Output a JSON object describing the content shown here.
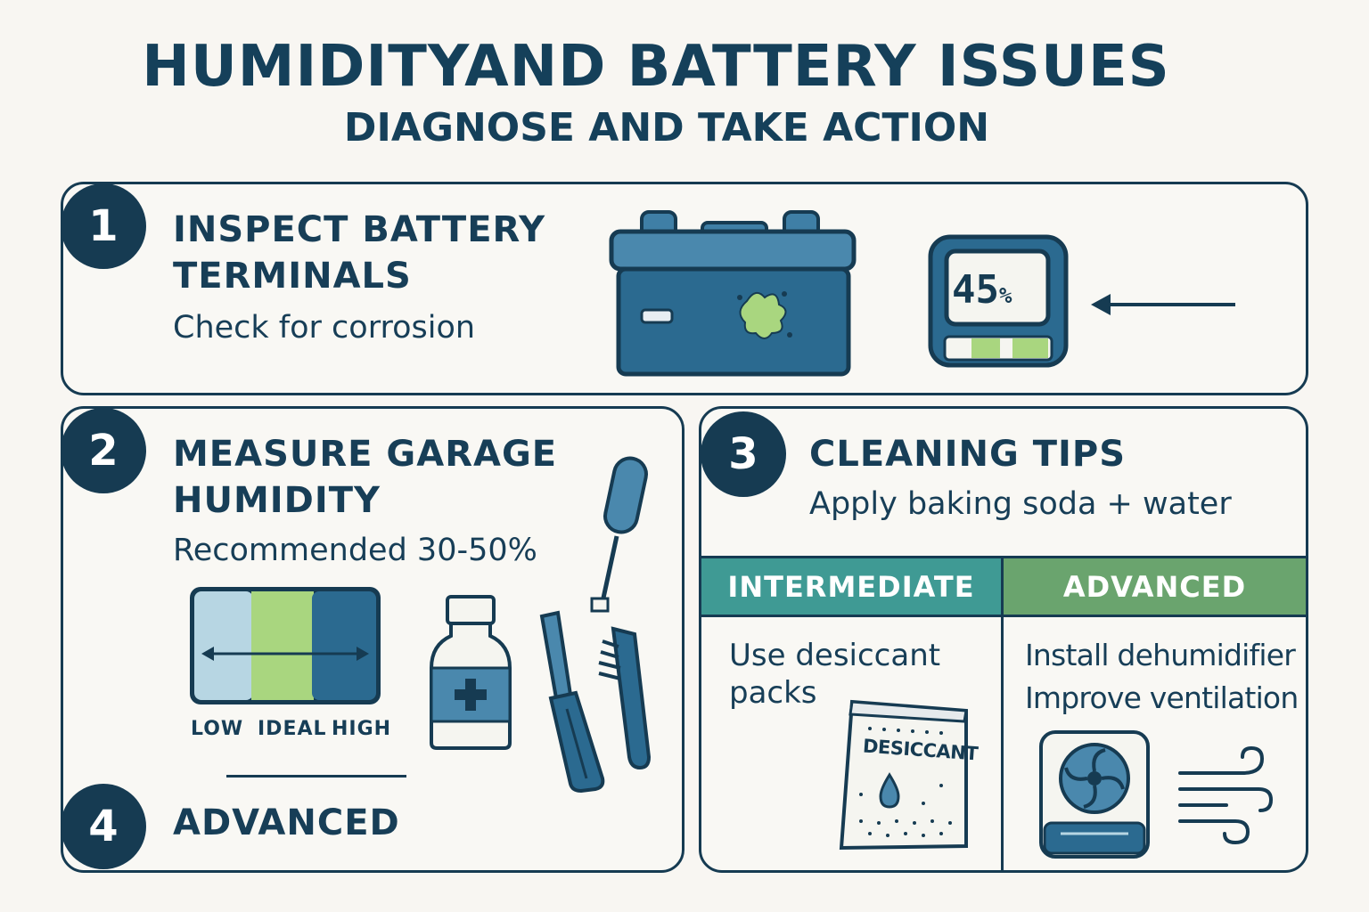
{
  "header": {
    "title": "HUMIDITYAND BATTERY ISSUES",
    "subtitle": "DIAGNOSE AND TAKE ACTION"
  },
  "step1": {
    "number": "1",
    "heading_line1": "INSPECT BATTERY",
    "heading_line2": "TERMINALS",
    "description": "Check for corrosion",
    "hygrometer_reading": "45",
    "hygrometer_unit": "%"
  },
  "step2": {
    "number": "2",
    "heading_line1": "MEASURE GARAGE",
    "heading_line2": "HUMIDITY",
    "description": "Recommended 30-50%",
    "scale_labels": [
      "LOW",
      "IDEAL",
      "HIGH"
    ]
  },
  "step3": {
    "number": "3",
    "heading": "CLEANING TIPS",
    "description": "Apply baking soda + water",
    "intermediate_label": "INTERMEDIATE",
    "advanced_label": "ADVANCED",
    "intermediate_line1": "Use desiccant",
    "intermediate_line2": "packs",
    "desiccant_bag_label": "DESICCANT",
    "advanced_line1": "Install dehumidifier",
    "advanced_line2": "Improve ventilation"
  },
  "step4": {
    "number": "4",
    "heading": "ADVANCED"
  },
  "colors": {
    "navy": "#163b52",
    "teal": "#3f9a94",
    "green": "#6aa46e",
    "light_green": "#a9d67f",
    "light_blue": "#b7d6e3",
    "battery_blue": "#2b6a90"
  }
}
